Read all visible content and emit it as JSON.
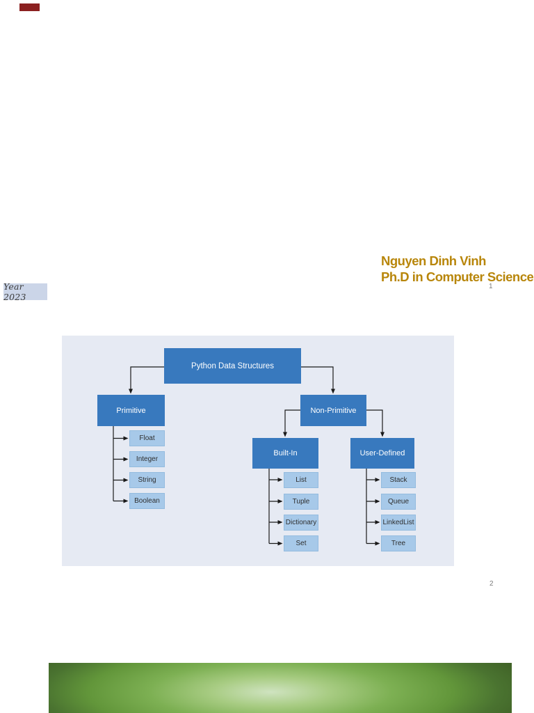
{
  "page": {
    "page_number_slide1": "1",
    "page_number_slide2": "2"
  },
  "author": {
    "name": "Nguyen Dinh Vinh",
    "title": "Ph.D in Computer Science",
    "accent_color": "#B8860B"
  },
  "year_badge": {
    "text": "Year 2023",
    "background": "#CBD5E8"
  },
  "decor": {
    "red_mark_color": "#8B2020",
    "footer_gradient_colors": [
      "#3F6126",
      "#6FA743",
      "#CFE3C0",
      "#4A7330"
    ]
  },
  "diagram": {
    "panel_background": "#E6EAF3",
    "primary_node_color": "#3879BE",
    "leaf_node_color": "#A7C9E9",
    "root": {
      "label": "Python Data Structures"
    },
    "primitive": {
      "label": "Primitive",
      "children": [
        {
          "label": "Float"
        },
        {
          "label": "Integer"
        },
        {
          "label": "String"
        },
        {
          "label": "Boolean"
        }
      ]
    },
    "non_primitive": {
      "label": "Non-Primitive"
    },
    "built_in": {
      "label": "Built-In",
      "children": [
        {
          "label": "List"
        },
        {
          "label": "Tuple"
        },
        {
          "label": "Dictionary"
        },
        {
          "label": "Set"
        }
      ]
    },
    "user_defined": {
      "label": "User-Defined",
      "children": [
        {
          "label": "Stack"
        },
        {
          "label": "Queue"
        },
        {
          "label": "LinkedList"
        },
        {
          "label": "Tree"
        }
      ]
    }
  }
}
